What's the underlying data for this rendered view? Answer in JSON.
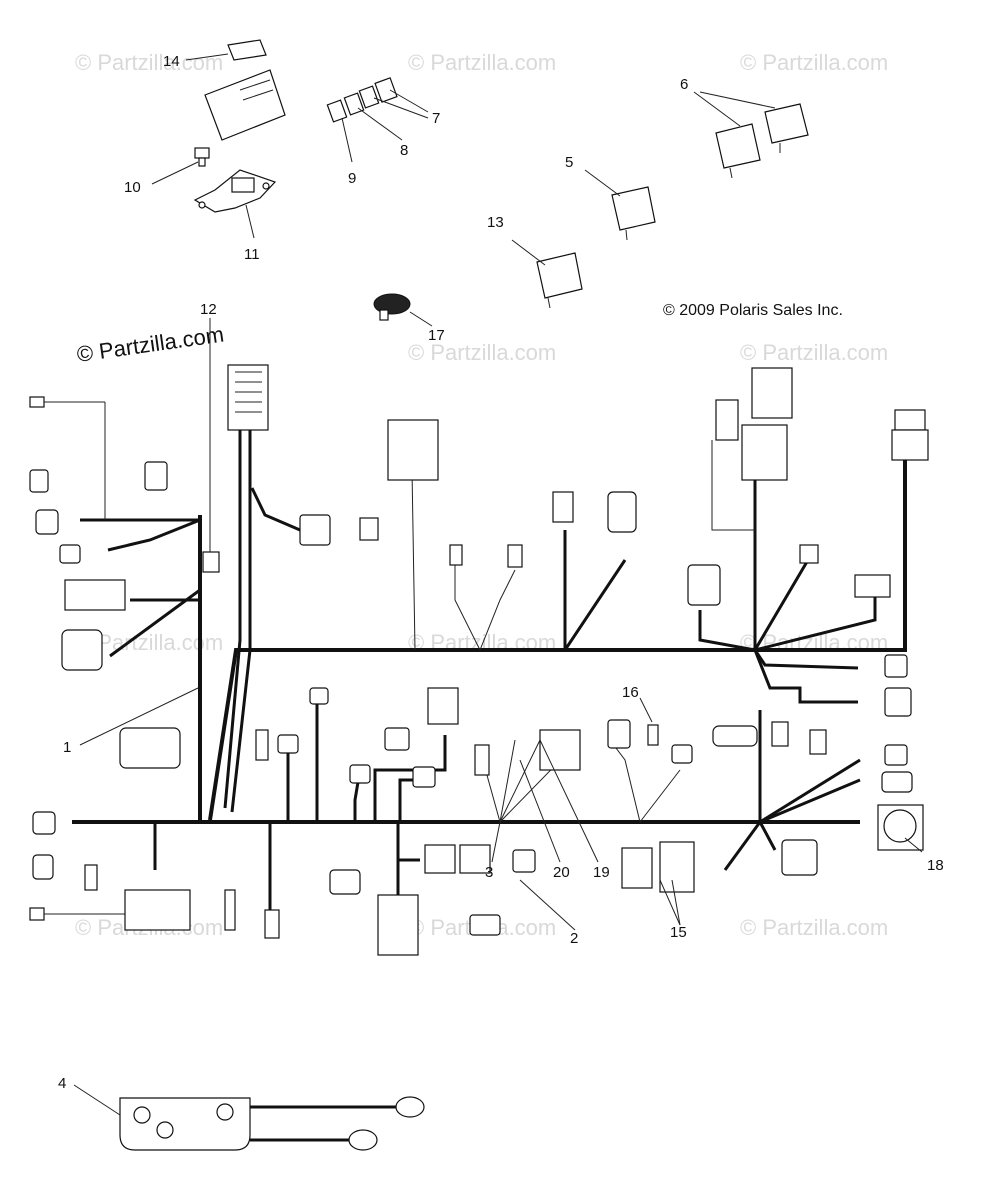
{
  "copyright_notice": "© 2009 Polaris Sales Inc.",
  "watermark_main": "© Partzilla.com",
  "watermark_faint": "© Partzilla.com",
  "callouts": [
    "1",
    "2",
    "3",
    "4",
    "5",
    "6",
    "7",
    "8",
    "9",
    "10",
    "11",
    "12",
    "13",
    "14",
    "15",
    "16",
    "17",
    "18",
    "19",
    "20"
  ]
}
